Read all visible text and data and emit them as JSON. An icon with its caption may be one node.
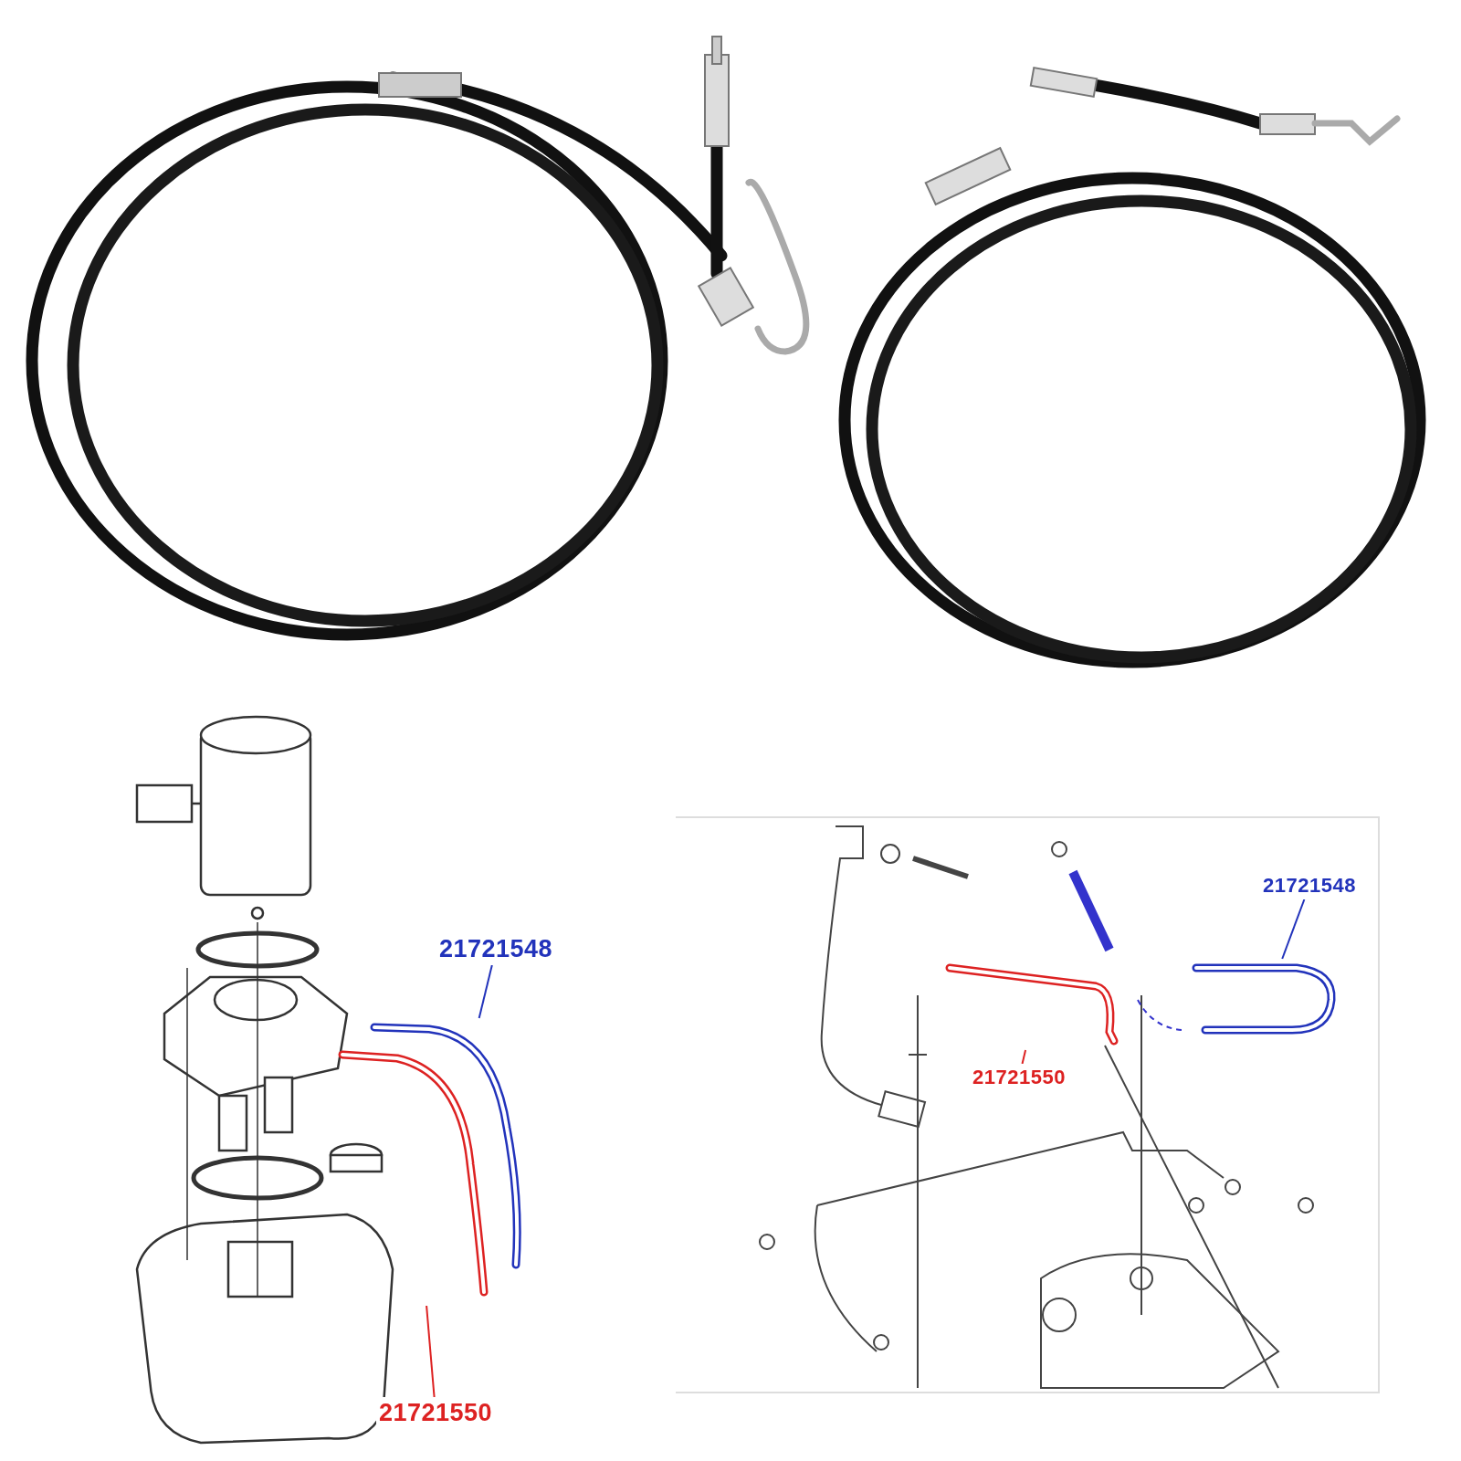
{
  "diagram": {
    "nodes": [
      {
        "text": [
          "21721548"
        ]
      },
      {
        "text": [],
        "shape": "picture"
      },
      {
        "text": [
          "21721550"
        ]
      },
      {
        "text": [],
        "shape": "picture"
      },
      {
        "text": [
          "21721548"
        ]
      },
      {
        "text": [],
        "shape": "picture"
      },
      {
        "text": [
          "21721550"
        ]
      },
      {
        "text": [],
        "shape": "picture"
      }
    ],
    "edges": [
      {
        "from": 0,
        "to": 1,
        "arrow": "none",
        "color": "#2233bb"
      },
      {
        "from": 2,
        "to": 3,
        "arrow": "none",
        "color": "#dd2222"
      },
      {
        "from": 4,
        "to": 5,
        "arrow": "none",
        "color": "#2233bb"
      },
      {
        "from": 6,
        "to": 7,
        "arrow": "none",
        "color": "#dd2222"
      }
    ]
  }
}
